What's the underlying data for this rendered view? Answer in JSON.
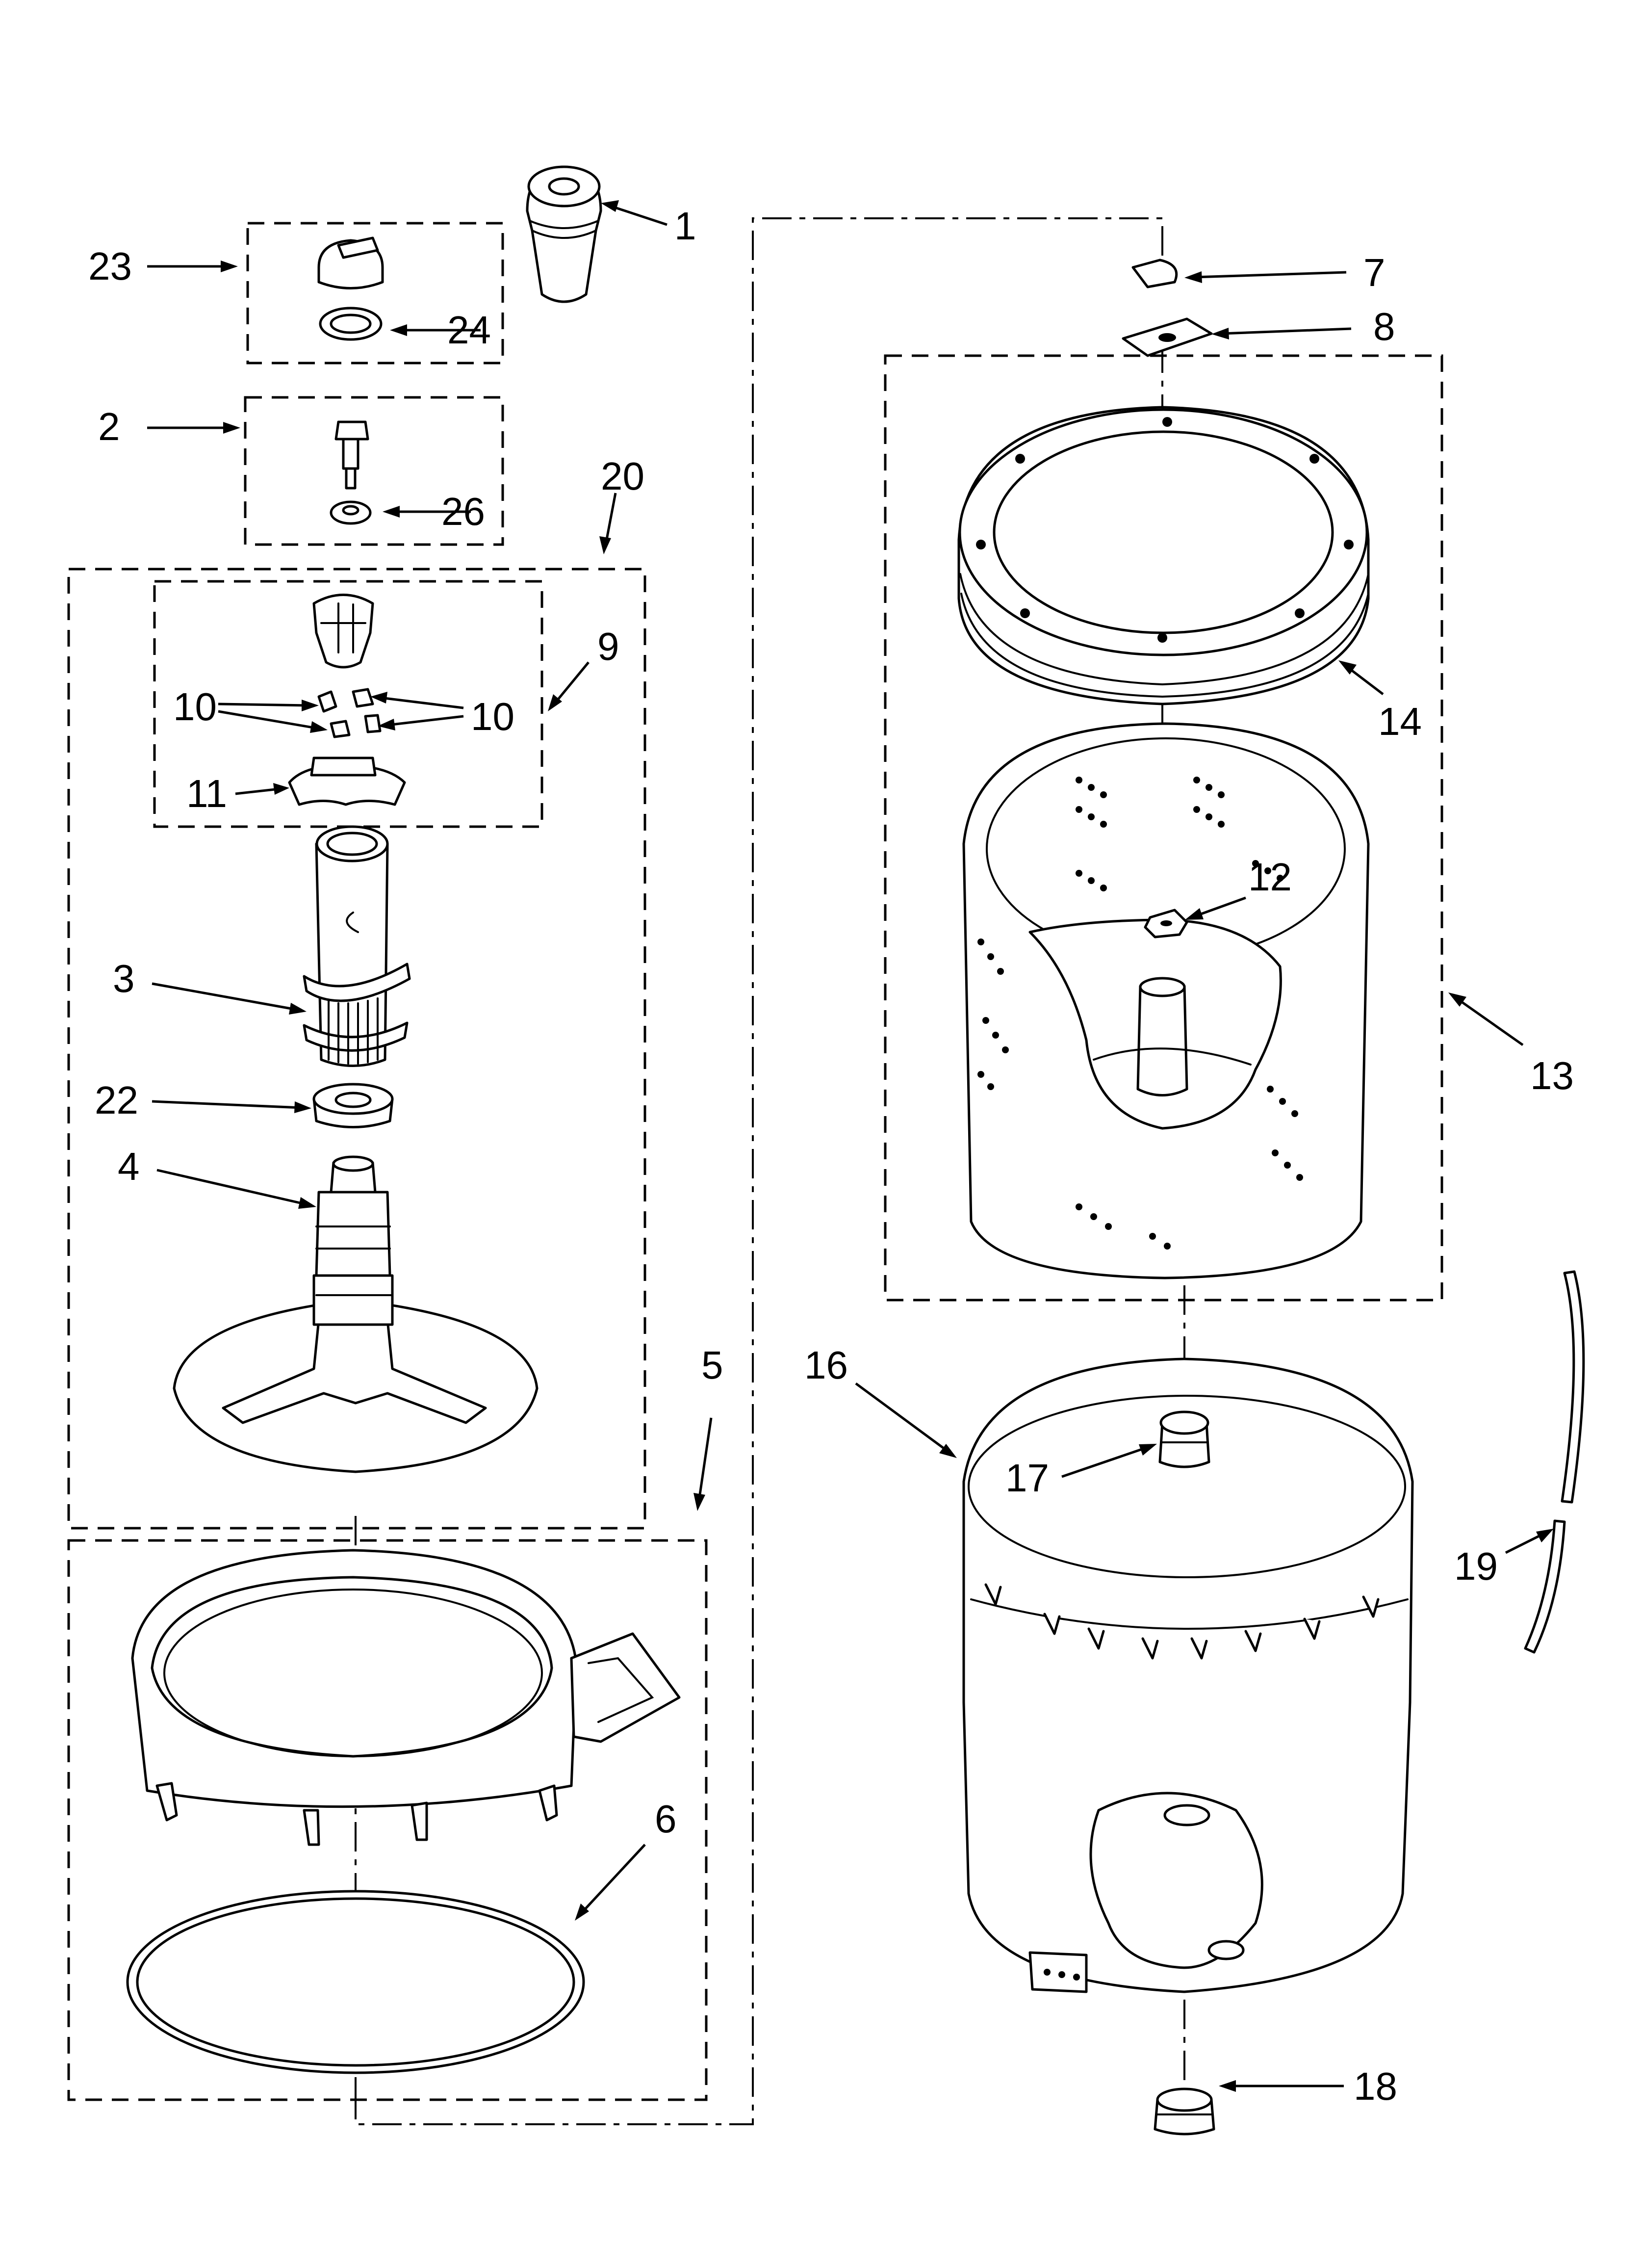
{
  "diagram": {
    "callouts": {
      "c1": "1",
      "c2": "2",
      "c3": "3",
      "c4": "4",
      "c5": "5",
      "c6": "6",
      "c7": "7",
      "c8": "8",
      "c9": "9",
      "c10a": "10",
      "c10b": "10",
      "c11": "11",
      "c12": "12",
      "c13": "13",
      "c14": "14",
      "c16": "16",
      "c17": "17",
      "c18": "18",
      "c19": "19",
      "c20": "20",
      "c22": "22",
      "c23": "23",
      "c24": "24",
      "c26": "26"
    },
    "colors": {
      "line": "#000000",
      "background": "#ffffff"
    }
  }
}
